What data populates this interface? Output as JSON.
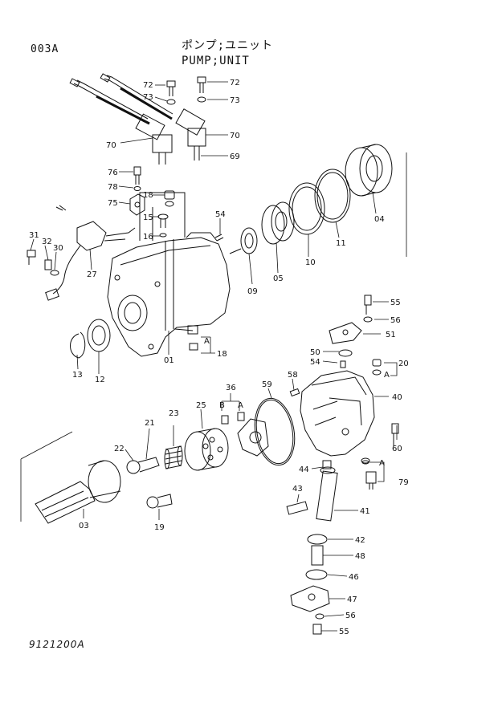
{
  "header": {
    "page_code": "003A",
    "title_jp": "ポンプ;ユニット",
    "title_en": "PUMP;UNIT"
  },
  "footer": {
    "drawing_no": "9121200A"
  },
  "callouts": {
    "c72a": "72",
    "c73a": "73",
    "c72b": "72",
    "c73b": "73",
    "c70a": "70",
    "c70b": "70",
    "c69": "69",
    "c76": "76",
    "c78": "78",
    "c75": "75",
    "c18a": "18",
    "c15": "15",
    "c16": "16",
    "c54a": "54",
    "c31": "31",
    "c32": "32",
    "c30": "30",
    "c27": "27",
    "c09": "09",
    "c05": "05",
    "c10": "10",
    "c11": "11",
    "c04": "04",
    "c01": "01",
    "cA1": "A",
    "c18b": "18",
    "c13": "13",
    "c12": "12",
    "c55a": "55",
    "c56a": "56",
    "c51": "51",
    "c50": "50",
    "c54b": "54",
    "c20": "20",
    "cA2": "A",
    "c40": "40",
    "c36": "36",
    "cB": "B",
    "cA3": "A",
    "c59": "59",
    "c58": "58",
    "c25": "25",
    "c23": "23",
    "c21": "21",
    "c22": "22",
    "c60": "60",
    "c44": "44",
    "cA4": "A",
    "c79": "79",
    "c43": "43",
    "c41": "41",
    "c03": "03",
    "c19": "19",
    "c42": "42",
    "c48": "48",
    "c46": "46",
    "c47": "47",
    "c56b": "56",
    "c55b": "55"
  }
}
